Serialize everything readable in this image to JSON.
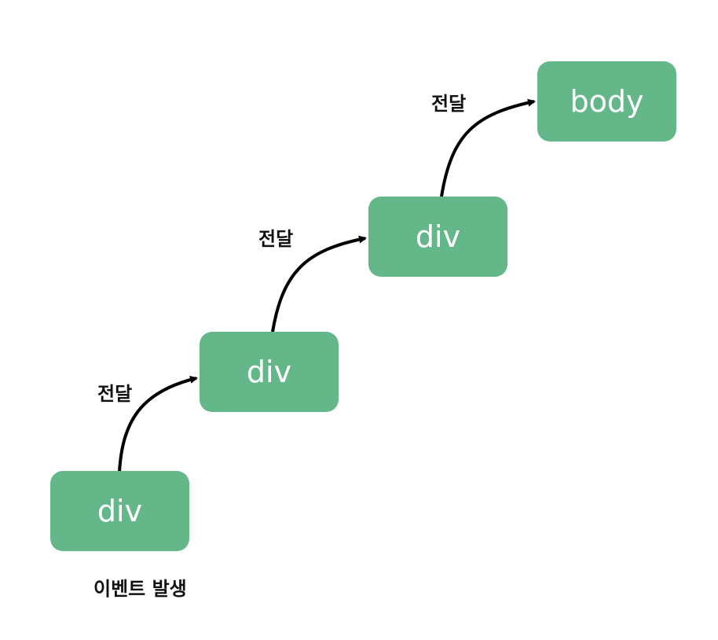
{
  "nodes": {
    "start": "div",
    "second": "div",
    "third": "div",
    "top": "body"
  },
  "edge_label": "전달",
  "caption": "이벤트 발생",
  "colors": {
    "node_fill": "#63b788",
    "node_text": "#ffffff",
    "arrow": "#000000"
  }
}
